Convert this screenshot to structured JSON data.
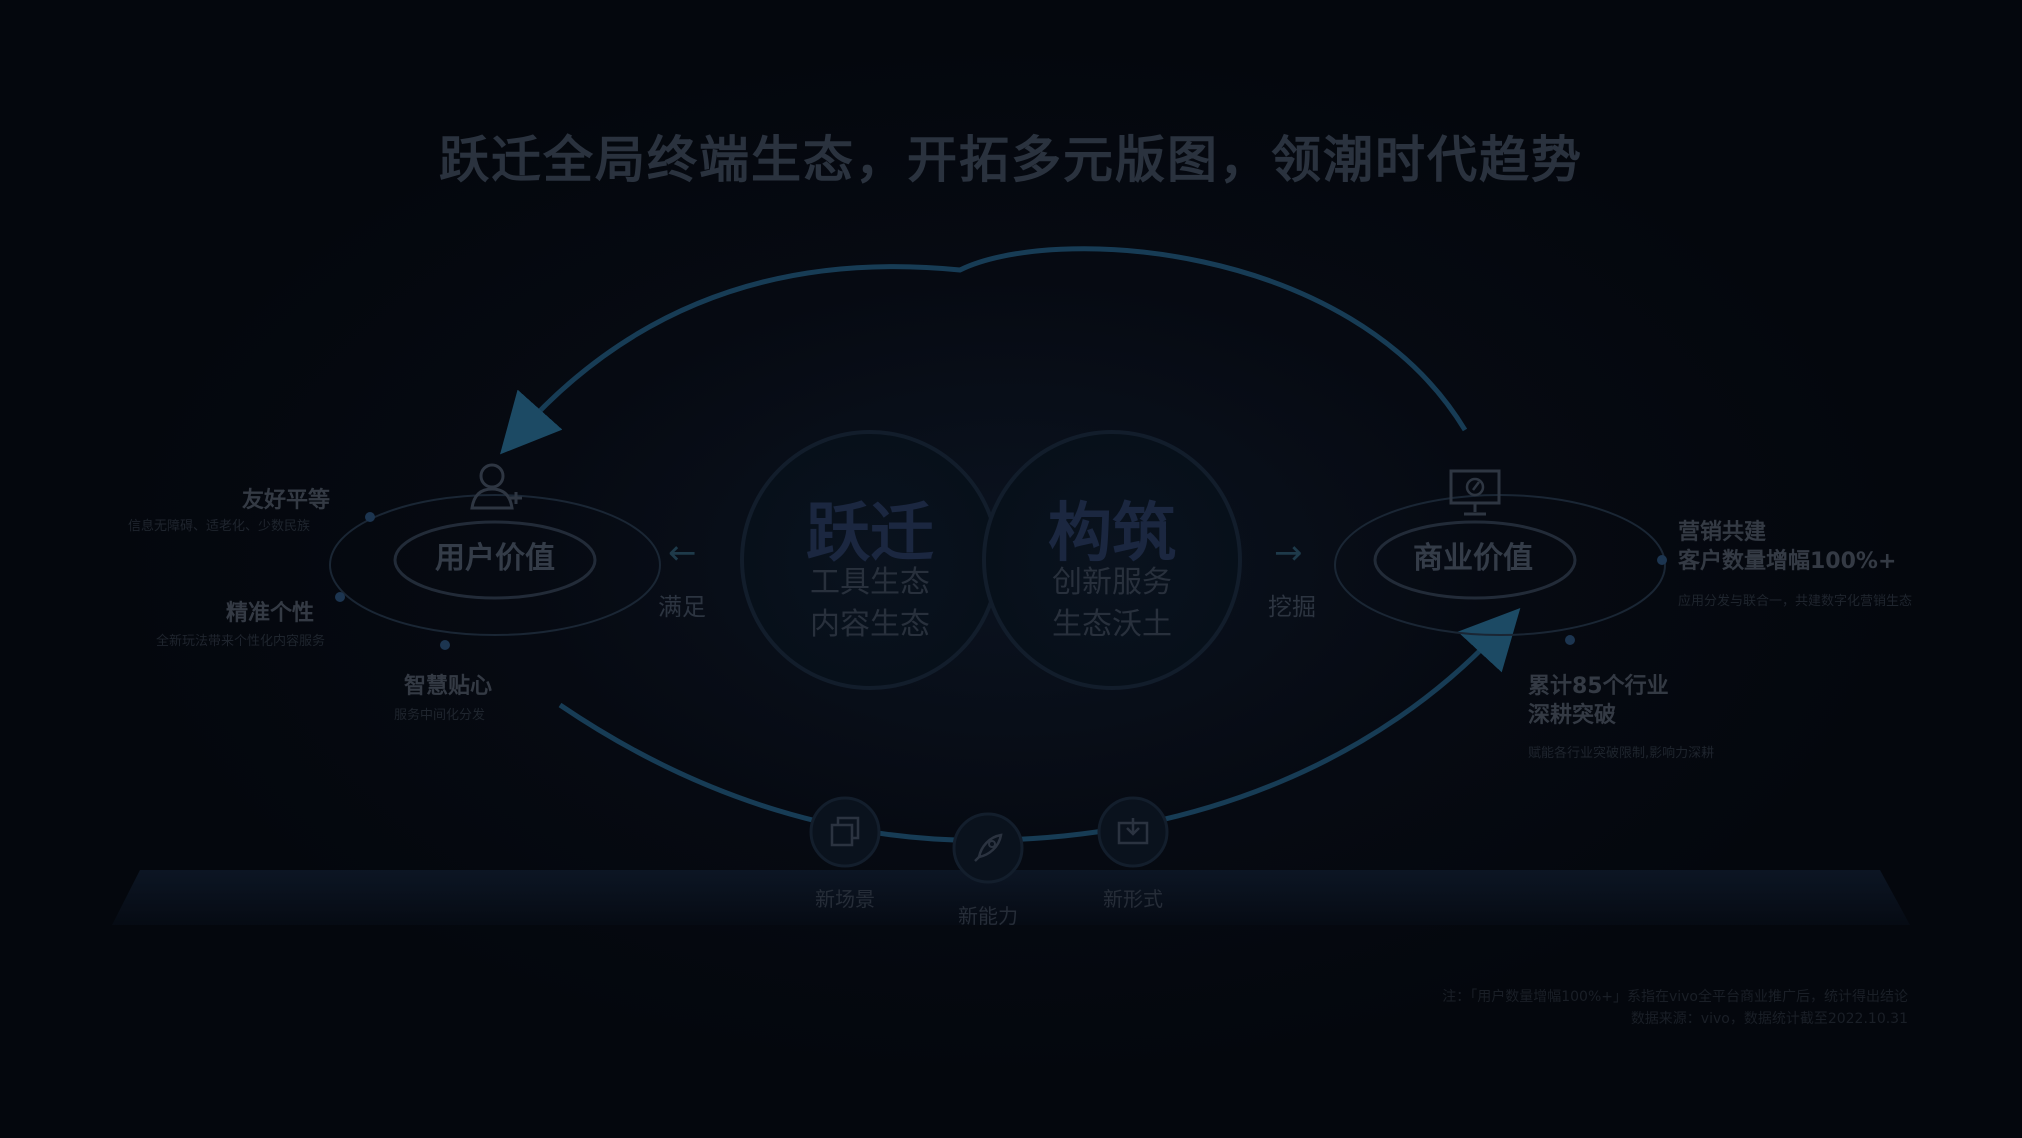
{
  "title": "跃迁全局终端生态，开拓多元版图，领潮时代趋势",
  "center": {
    "left": {
      "headline": "跃迁",
      "line1": "工具生态",
      "line2": "内容生态"
    },
    "right": {
      "headline": "构筑",
      "line1": "创新服务",
      "line2": "生态沃土"
    }
  },
  "user_value": {
    "label": "用户价值",
    "features": [
      {
        "title": "友好平等",
        "desc": "信息无障碍、适老化、少数民族"
      },
      {
        "title": "精准个性",
        "desc": "全新玩法带来个性化内容服务"
      },
      {
        "title": "智慧贴心",
        "desc": "服务中间化分发"
      }
    ]
  },
  "commercial_value": {
    "label": "商业价值",
    "features": [
      {
        "title_line1": "营销共建",
        "title_line2": "客户数量增幅100%+",
        "desc": "应用分发与联合一，共建数字化营销生态"
      },
      {
        "title_line1": "累计85个行业",
        "title_line2": "深耕突破",
        "desc": "赋能各行业突破限制,影响力深耕"
      }
    ]
  },
  "flows": {
    "left_label": "满足",
    "right_label": "挖掘"
  },
  "bottom_items": [
    {
      "label": "新场景",
      "icon": "layers-icon"
    },
    {
      "label": "新能力",
      "icon": "rocket-icon"
    },
    {
      "label": "新形式",
      "icon": "screen-download-icon"
    }
  ],
  "icons": {
    "user": "user-add-icon",
    "commerce": "monitor-icon"
  },
  "footnote": {
    "line1": "注：「用户数量增幅100%+」系指在vivo全平台商业推广后，统计得出结论",
    "line2": "数据来源：vivo，数据统计截至2022.10.31"
  },
  "colors": {
    "accent": "#1e4a66",
    "background": "#04070d"
  }
}
